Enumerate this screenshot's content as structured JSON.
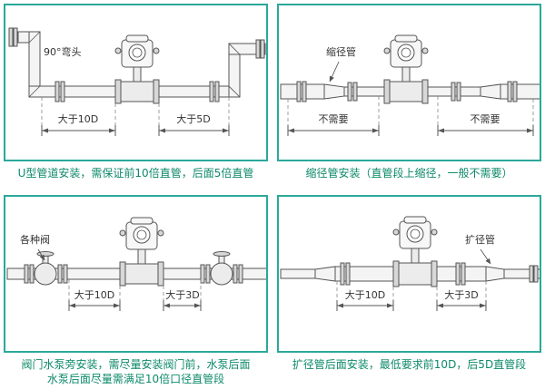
{
  "colors": {
    "frame_border": "#2ba89a",
    "caption_text": "#0d8a68",
    "drawing_lines": "#555555"
  },
  "panels": [
    {
      "name": "u-pipe-installation",
      "caption": "U型管道安装，需保证前10倍直管，后面5倍直管",
      "labels": {
        "elbow": "90°弯头",
        "left_dim": "大于10D",
        "right_dim": "大于5D"
      }
    },
    {
      "name": "reducer-installation",
      "caption": "缩径管安装（直管段上缩径，一般不需要）",
      "labels": {
        "part": "缩径管",
        "left_dim": "不需要",
        "right_dim": "不需要"
      }
    },
    {
      "name": "valve-pump-installation",
      "caption_line1": "阀门水泵旁安装，需尽量安装阀门前，水泵后面",
      "caption_line2": "水泵后面尽量需满足10倍口径直管段",
      "labels": {
        "part": "各种阀",
        "left_dim": "大于10D",
        "right_dim": "大于3D"
      }
    },
    {
      "name": "expander-installation",
      "caption": "扩径管后面安装，最低要求前10D，后5D直管段",
      "labels": {
        "part": "扩径管",
        "left_dim": "大于10D",
        "right_dim": "大于3D"
      }
    }
  ]
}
